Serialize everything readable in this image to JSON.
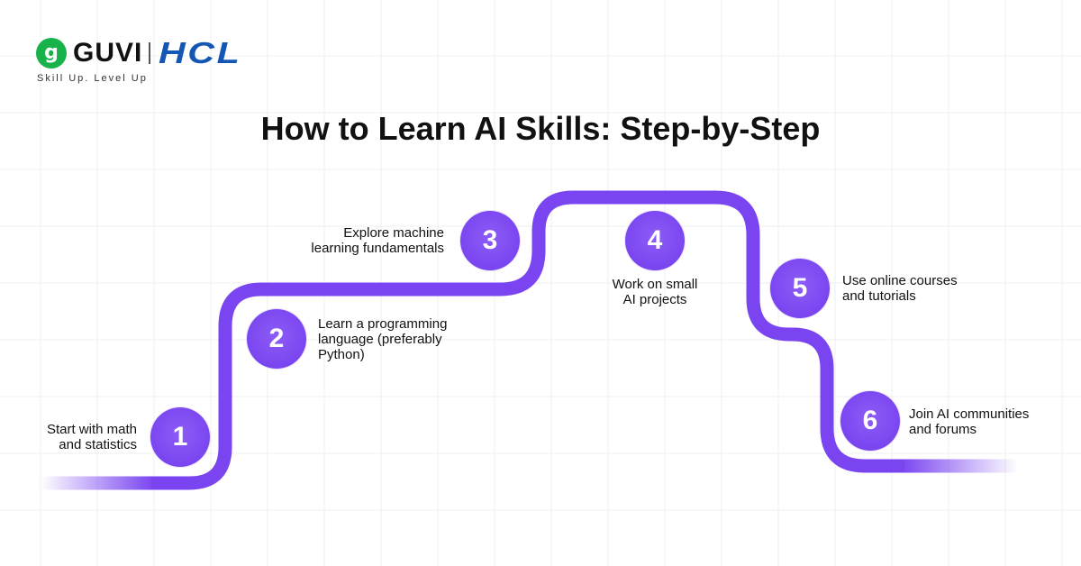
{
  "brand": {
    "mark": "g",
    "name": "GUVI",
    "partner": "HCL",
    "tagline": "Skill Up. Level Up",
    "colors": {
      "green": "#17b34a",
      "blue": "#1456b3"
    }
  },
  "title": "How to Learn AI Skills: Step-by-Step",
  "colors": {
    "path": "#7a45f0",
    "badge": "#7a45f0",
    "grid": "#eeeeee"
  },
  "steps": [
    {
      "number": "1",
      "lines": [
        "Start with math",
        "and statistics"
      ]
    },
    {
      "number": "2",
      "lines": [
        "Learn a programming",
        "language (preferably",
        "Python)"
      ]
    },
    {
      "number": "3",
      "lines": [
        "Explore machine",
        "learning fundamentals"
      ]
    },
    {
      "number": "4",
      "lines": [
        "Work on small",
        "AI projects"
      ]
    },
    {
      "number": "5",
      "lines": [
        "Use online courses",
        "and tutorials"
      ]
    },
    {
      "number": "6",
      "lines": [
        "Join AI communities",
        "and forums"
      ]
    }
  ]
}
